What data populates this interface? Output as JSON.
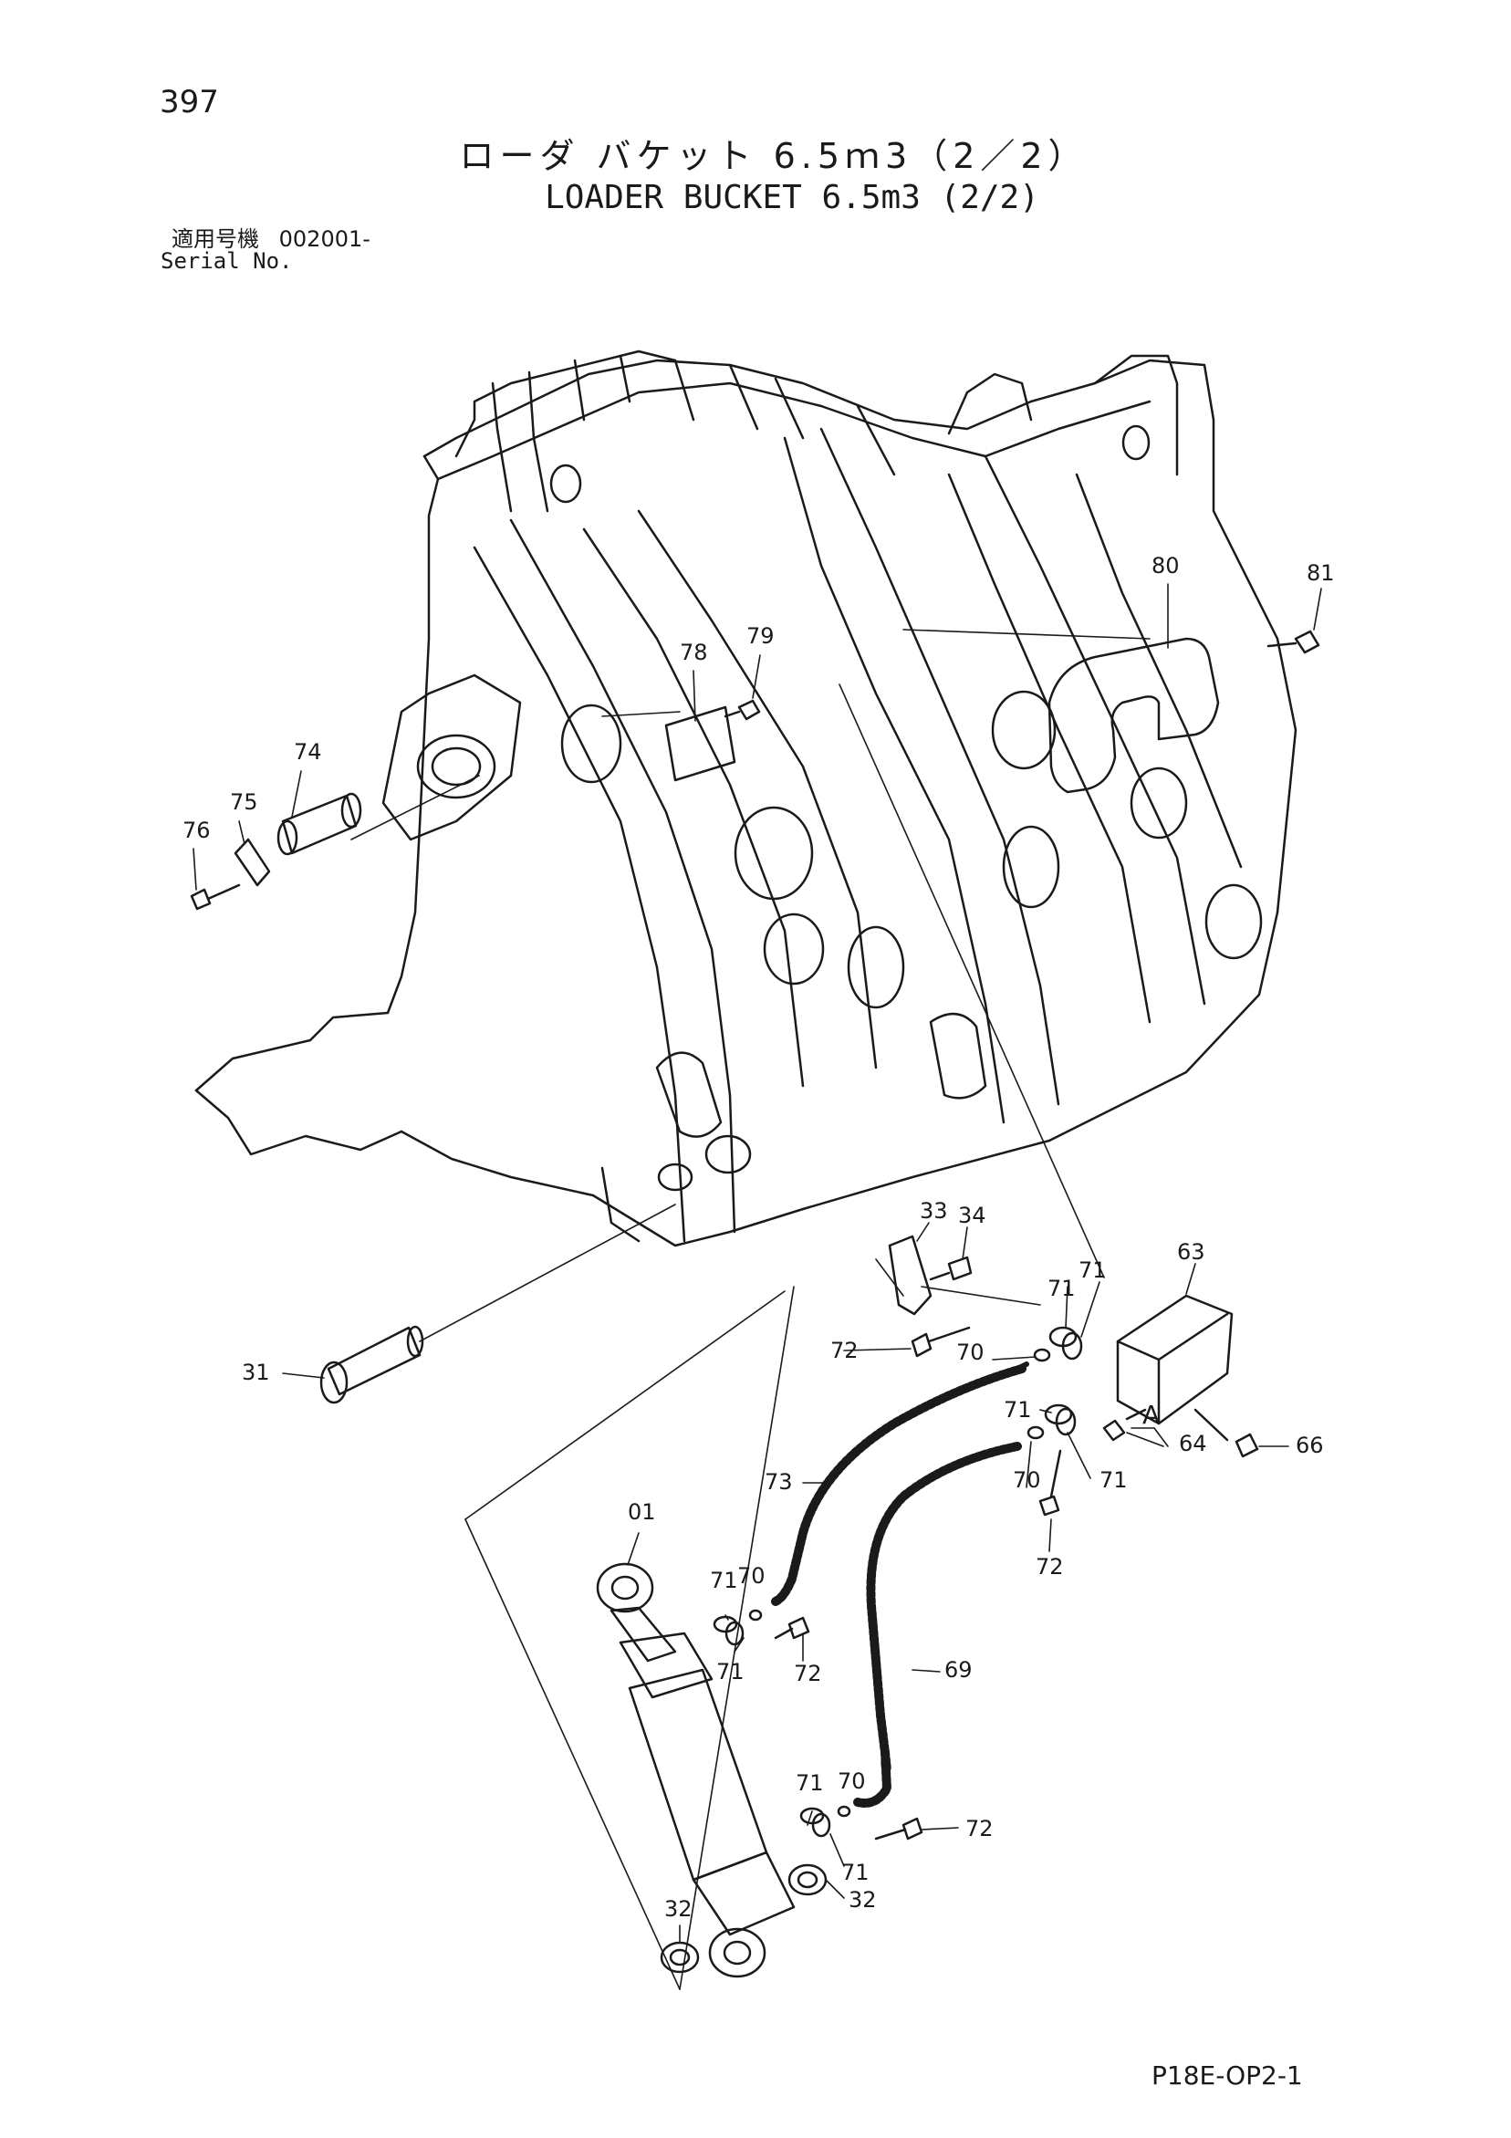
{
  "page_number": "397",
  "title_jp": "ローダ バケット 6.5ｍ3（2／2）",
  "title_en": "LOADER BUCKET 6.5m3 (2/2)",
  "serial_label_jp": "適用号機",
  "serial_value": "002001-",
  "serial_label_en": "Serial No.",
  "footer_code": "P18E-OP2-1",
  "callouts": {
    "c01": "01",
    "c31": "31",
    "c32a": "32",
    "c32b": "32",
    "c33": "33",
    "c34": "34",
    "c63": "63",
    "c64": "64",
    "c66": "66",
    "c69": "69",
    "c70a": "70",
    "c70b": "70",
    "c70c": "70",
    "c70d": "70",
    "c71a": "71",
    "c71b": "71",
    "c71c": "71",
    "c71d": "71",
    "c71e": "71",
    "c71f": "71",
    "c71g": "71",
    "c71h": "71",
    "c72a": "72",
    "c72b": "72",
    "c72c": "72",
    "c72d": "72",
    "c73": "73",
    "c74": "74",
    "c75": "75",
    "c76": "76",
    "c78": "78",
    "c79": "79",
    "c80": "80",
    "c81": "81",
    "cA": "A"
  }
}
